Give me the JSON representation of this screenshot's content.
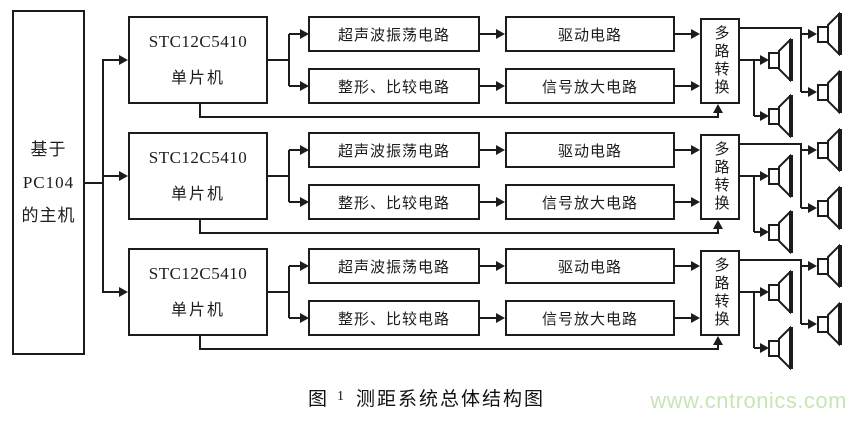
{
  "diagram": {
    "host": {
      "lines": [
        "基于",
        "PC104",
        "的主机"
      ]
    },
    "rows": [
      {
        "mcu_line1": "STC12C5410",
        "mcu_line2": "单片机",
        "oscillator": "超声波振荡电路",
        "driver": "驱动电路",
        "shaper": "整形、比较电路",
        "amplifier": "信号放大电路",
        "mux": "多路转换"
      },
      {
        "mcu_line1": "STC12C5410",
        "mcu_line2": "单片机",
        "oscillator": "超声波振荡电路",
        "driver": "驱动电路",
        "shaper": "整形、比较电路",
        "amplifier": "信号放大电路",
        "mux": "多路转换"
      },
      {
        "mcu_line1": "STC12C5410",
        "mcu_line2": "单片机",
        "oscillator": "超声波振荡电路",
        "driver": "驱动电路",
        "shaper": "整形、比较电路",
        "amplifier": "信号放大电路",
        "mux": "多路转换"
      }
    ],
    "transducers_per_row": 4,
    "caption": {
      "prefix": "图",
      "number": "1",
      "title": "测距系统总体结构图"
    },
    "watermark": "www.cntronics.com"
  },
  "colors": {
    "line": "#1c1c1c",
    "background": "#ffffff",
    "watermark_green": "#c7e5b6"
  }
}
